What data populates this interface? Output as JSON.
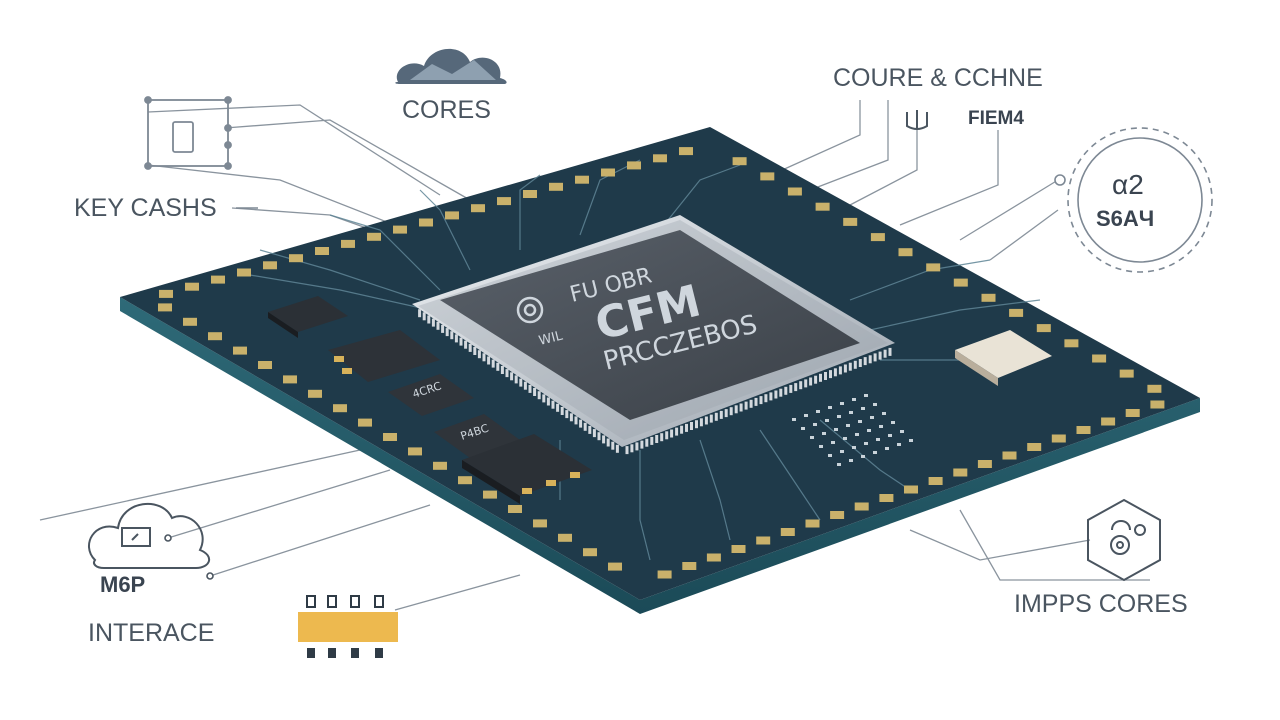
{
  "labels": {
    "top_center": "CORES",
    "top_right": "COURE & CCHNE",
    "top_right_sub": "FIEM4",
    "left_mid": "KEY CASHS",
    "badge_top": "α2",
    "badge_bottom": "S6AЧ",
    "bottom_left_cloud": "M6P",
    "bottom_left": "INTERACE",
    "bottom_right": "IMPPS CORES"
  },
  "chip": {
    "line1": "FU OBR",
    "line2": "CFM",
    "line3": "PRCCZEBOS",
    "small_label": "WIL",
    "ic_a": "4CRC",
    "ic_b": "P4BC"
  },
  "colors": {
    "board": "#1f3a4a",
    "pad": "#c9b16b",
    "trace": "#8fa4b3",
    "line": "#7d8894",
    "chip": "#3d434b"
  }
}
